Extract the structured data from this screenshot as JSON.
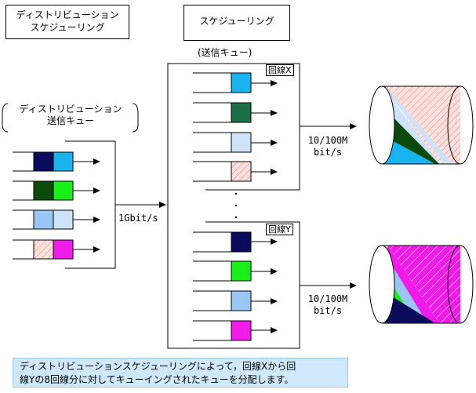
{
  "labels": {
    "distribution_scheduling": [
      "ディストリビューション",
      "スケジューリング"
    ],
    "scheduling": "スケジューリング",
    "send_queue": "(送信キュー)",
    "dist_send_queue": [
      "ディストリビューション",
      "送信キュー"
    ],
    "line_x": "回線X",
    "line_y": "回線Y",
    "speed_1g": "1Gbit/s",
    "speed_x": [
      "10/100M",
      "bit/s"
    ],
    "speed_y": [
      "10/100M",
      "bit/s"
    ],
    "caption": [
      "ディストリビューションスケジューリングによって，回線Xから回",
      "線Yの8回線分に対してキューイングされたキューを分配します。"
    ]
  },
  "colors": {
    "navy": "#0b0b5c",
    "cyan": "#19b3f0",
    "dark_green": "#0a4a0a",
    "bright_green": "#19ee19",
    "light_blue": "#99c6f2",
    "pale_blue": "#cfe3f8",
    "hatched_pink": "#f6b8b4",
    "magenta": "#f01be8",
    "teal_green": "#1b6e45",
    "caption_bg": "#cfe8fb"
  },
  "icons": {
    "arrow": "right-arrow-icon",
    "ellipsis": "vertical-ellipsis-icon",
    "pipe": "cylinder-pipe-icon"
  }
}
